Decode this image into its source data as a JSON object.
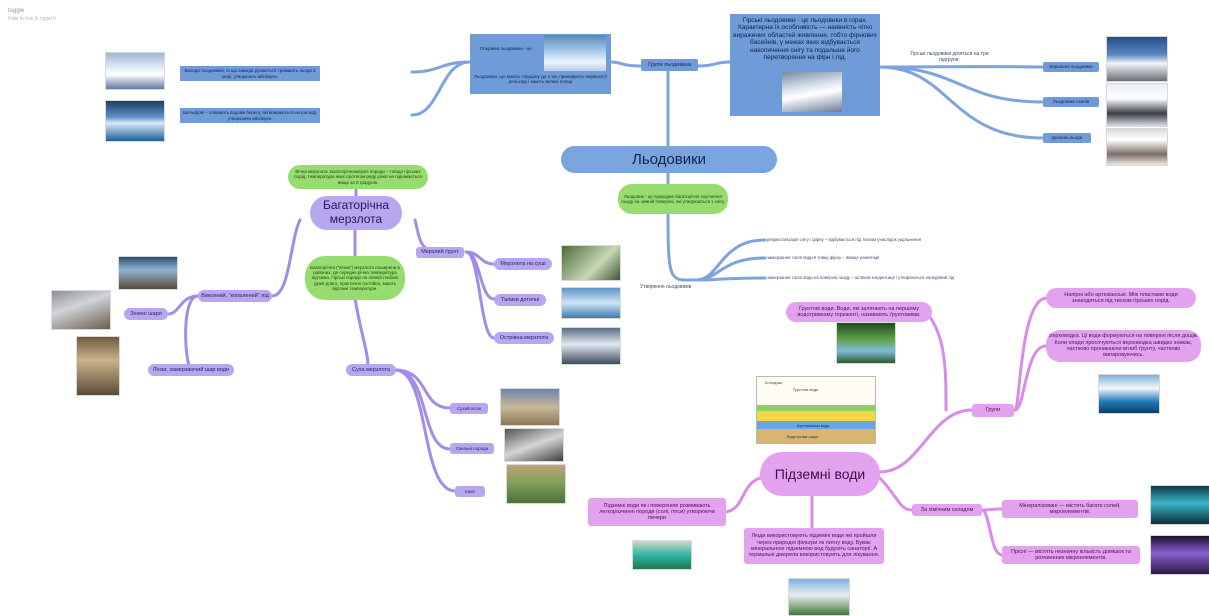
{
  "toggle": {
    "title": "toggle",
    "hint": "Hide to hue ili oggel it"
  },
  "glaciers": {
    "central": "Льодовики",
    "definition": "Льодовик - це природне багаторічне скупчення льоду на земній поверхні, які утворюються з снігу.",
    "groups_label": "Групи льодовика",
    "cover_top": "Покривні льодовики - це",
    "cover_bottom": "Льодовики, що мають товщину до 4 км, приховують нерівності рельєфу і мають великі площі",
    "shelf": "Шельфові – плавають вздовж берегу, які впираються на шельф, утворюючи айсберги.",
    "outlet": "Виходи льодовиків, їх що завжди рухаються тримають льоди в морі, утворюють айсберги.",
    "mountain": "Гірські льодовики - це льодовики в горах. Характерна їх особливість — наявність чітко виражених областей живлення, тобто фірнових басейнів, у межах яких відбувається накопичення снігу та подальше його перетворення на фірн і лід.",
    "subgroups_label": "Гірські льодовики діляться на три підгрупи:",
    "sub": [
      "Вершинні льодовики",
      "Льодовики схилів",
      "Долинні льоди"
    ],
    "formation_label": "Утворення льодовиків",
    "formation": [
      "рекристалізація снігу і фірну – відбувається під тиском унаслідок ущільнення",
      "замерзання талої води в товщі фірну – явище режеляції",
      "замерзання талої води на поверхні льоду – шляхом конденсації і утворюються наледяний лід"
    ]
  },
  "permafrost": {
    "central": "Багаторічна мерзлота",
    "eternal": "Вічна мерзлота. Багаторічномерзлі породи – товща гірських порід, температура яких протягом ряду років не піднімається вище за 0 градусів.",
    "long_term": "Багаторічна (\"вічна\") мерзлота поширена в районах, де середня річна температура від'ємна. Гірські породи на певній глибині дуже довго, практично постійно, мають від'ємні температури.",
    "frozen_ground": "Мерзлий ґрунт",
    "frozen_items": [
      "Мерзлота на суші",
      "Талики дотичні",
      "Острівна мерзлота"
    ],
    "ice_label": "Викопний, \"копалений\" лід",
    "ice_items": [
      "Значні шари",
      "Лінзи, замерзаючий шар води"
    ],
    "dry_label": "Суха мерзлота",
    "dry_items": [
      "Сухий пісок",
      "Скельні породи",
      "Інше"
    ]
  },
  "groundwater": {
    "central": "Підземні води",
    "groups_label": "Групи",
    "soil": "Ґрунтові води. Води, які залягають на першому водотривкому горизонті, називають ґрунтовими.",
    "artesian": "Напірні або артезіанські. Між пластами води знаходяться під тиском гірських порід.",
    "perched": "Верховодка. Ці води формуються на поверхні після дощів. Коли опади просочуються верховодка швидко зникає, частково проникаючи вглиб ґрунту, частково випаровуючись.",
    "composition_label": "За хімічним складом",
    "mineral": "Мінералізовані — містять багато солей, мікроелементів.",
    "fresh": "Прісні — містять незначну кількість домішок та розчинених мікроелементів.",
    "caves": "Підземні води як і поверхневі розмивають легкорозчинні породи (солі, гіпси) утворюючи печери",
    "usage": "Люди використовують підземні води які пройшли через природні фільтри як питну воду. Буває мінеральною підземною вод будують санаторії. А термальні джерела використовують для лікування.",
    "diagram_labels": [
      "Колодязь",
      "Ґрунтові води",
      "Артезіанські води",
      "Водотривкі шари"
    ]
  },
  "colors": {
    "blue": "#6f9bd9",
    "purple": "#b7a7ee",
    "green": "#96dc6e",
    "pink": "#e3a2ee"
  }
}
